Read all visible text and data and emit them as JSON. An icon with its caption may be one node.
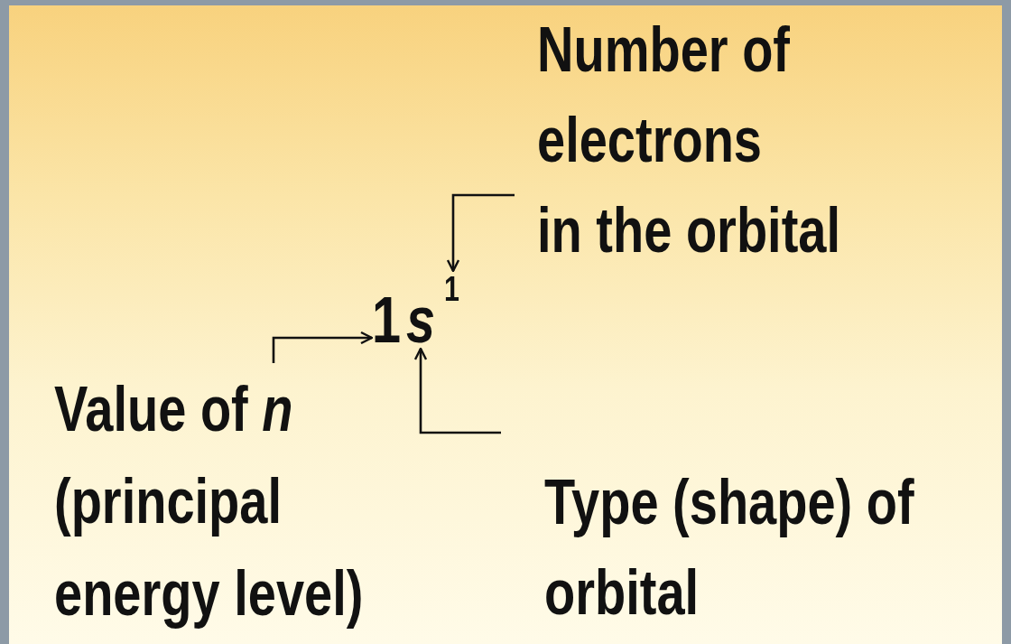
{
  "diagram": {
    "nodes": [
      {
        "text": [
          "Number of electrons in the orbital"
        ]
      },
      {
        "text": [
          "Value of *n* (principal energy level)"
        ]
      },
      {
        "text": [
          "Type (shape) of orbital"
        ]
      },
      {
        "text": [
          "1"
        ]
      },
      {
        "text": [
          "s"
        ]
      },
      {
        "text": [
          "1"
        ]
      }
    ],
    "edges": [
      {
        "from": 0,
        "to": 5,
        "arrow": "to"
      },
      {
        "from": 1,
        "to": 3,
        "arrow": "to"
      },
      {
        "from": 2,
        "to": 4,
        "arrow": "to"
      }
    ]
  }
}
